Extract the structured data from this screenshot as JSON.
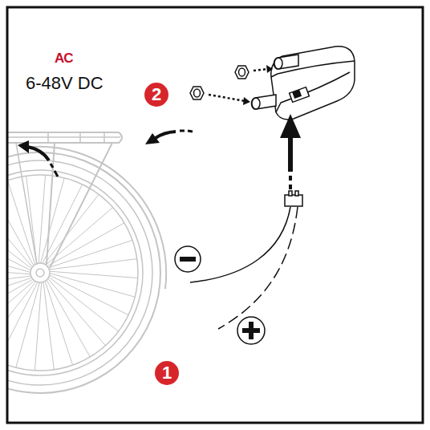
{
  "diagram": {
    "nodes": [
      {
        "text": [
          "2"
        ]
      },
      {
        "text": [
          "1"
        ]
      }
    ],
    "labels": [
      "AC",
      "6-48V DC"
    ]
  }
}
